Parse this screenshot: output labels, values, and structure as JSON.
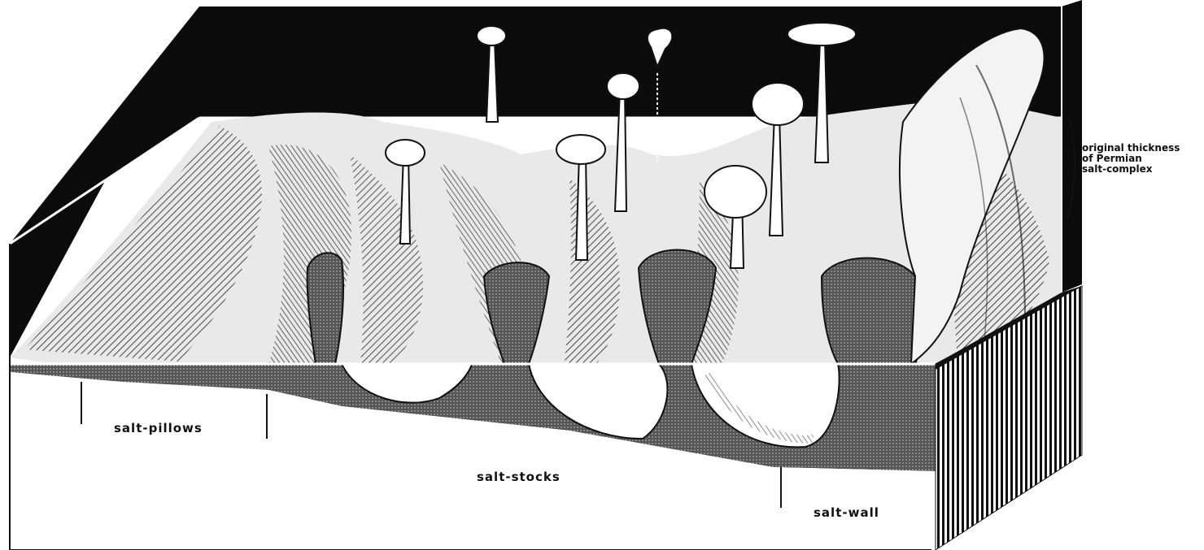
{
  "figure": {
    "labels": {
      "salt_pillows": "salt-pillows",
      "salt_stocks": "salt-stocks",
      "salt_wall": "salt-wall"
    },
    "annotation": {
      "line1": "original thickness",
      "line2": "of Permian",
      "line3": "salt-complex"
    }
  }
}
